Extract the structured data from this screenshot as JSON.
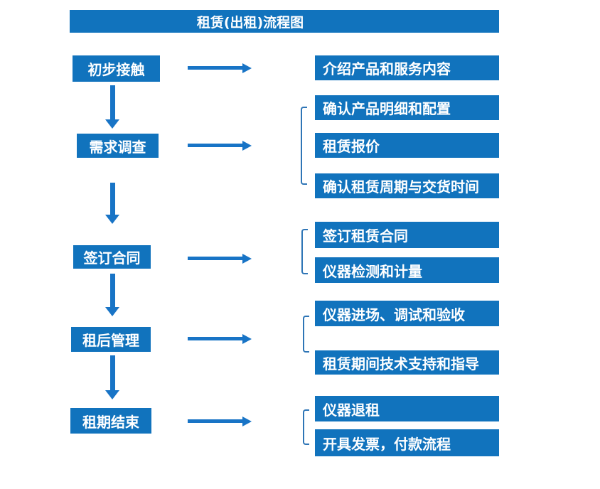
{
  "title": "租赁(出租)流程图",
  "colors": {
    "box_blue": "#1173BD",
    "arrow_blue": "#1874C6",
    "bracket_blue": "#2E75B6",
    "text_white": "#FFFFFF",
    "background": "#FFFFFF"
  },
  "stages": [
    {
      "label": "初步接触",
      "details": [
        "介绍产品和服务内容"
      ]
    },
    {
      "label": "需求调查",
      "details": [
        "确认产品明细和配置",
        "租赁报价",
        "确认租赁周期与交货时间"
      ]
    },
    {
      "label": "签订合同",
      "details": [
        "签订租赁合同",
        "仪器检测和计量"
      ]
    },
    {
      "label": "租后管理",
      "details": [
        "仪器进场、调试和验收",
        "租赁期间技术支持和指导"
      ]
    },
    {
      "label": "租期结束",
      "details": [
        "仪器退租",
        "开具发票，付款流程"
      ]
    }
  ]
}
